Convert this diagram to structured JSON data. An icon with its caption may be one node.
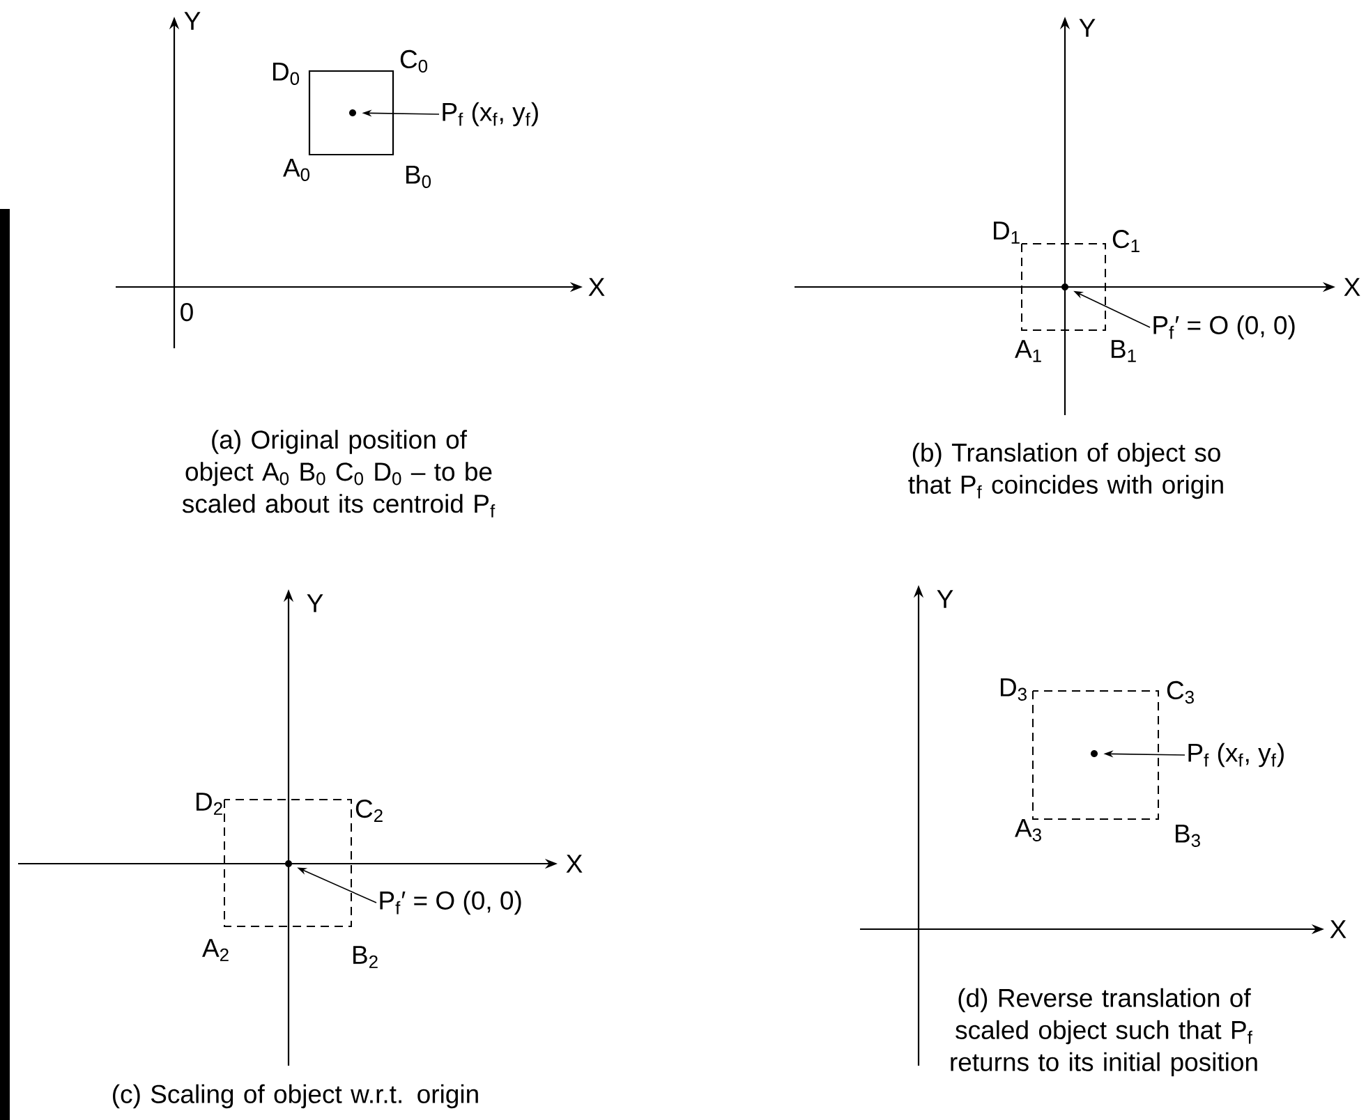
{
  "diagram": {
    "nodes": [
      {
        "text": [
          "P$_{f}$ (x$_{f}$, y$_{f}$)"
        ]
      },
      {
        "text": [],
        "shape": "circle"
      },
      {
        "text": [
          "P$_{f}$′ = O (0, 0)"
        ]
      },
      {
        "text": [],
        "shape": "circle"
      },
      {
        "text": [
          "P$_{f}$′ = O (0, 0)"
        ]
      },
      {
        "text": [],
        "shape": "circle"
      },
      {
        "text": [
          "P$_{f}$ (x$_{f}$, y$_{f}$)"
        ]
      },
      {
        "text": [],
        "shape": "circle"
      }
    ],
    "edges": [
      {
        "from": 0,
        "to": 1,
        "arrow": "to"
      },
      {
        "from": 2,
        "to": 3,
        "arrow": "to"
      },
      {
        "from": 4,
        "to": 5,
        "arrow": "to"
      },
      {
        "from": 6,
        "to": 7,
        "arrow": "to"
      }
    ],
    "labels": [
      "Y",
      "D$_{0}$",
      "C$_{0}$",
      "A$_{0}$",
      "B$_{0}$",
      "X",
      "0",
      "(a) Original position of object A$_{0}$ B$_{0}$ C$_{0}$ D$_{0}$ – to be scaled about its centroid P$_{f}$",
      "Y",
      "D$_{1}$",
      "C$_{1}$",
      "X",
      "A$_{1}$",
      "B$_{1}$",
      "(b) Translation of object so that P$_{f}$ coincides with origin",
      "Y",
      "D$_{2}$",
      "C$_{2}$",
      "X",
      "A$_{2}$",
      "B$_{2}$",
      "(c) Scaling of object w.r.t. origin",
      "Y",
      "D$_{3}$",
      "C$_{3}$",
      "A$_{3}$",
      "B$_{3}$",
      "X",
      "(d) Reverse translation of scaled object such that P$_{f}$ returns to its initial position"
    ]
  }
}
